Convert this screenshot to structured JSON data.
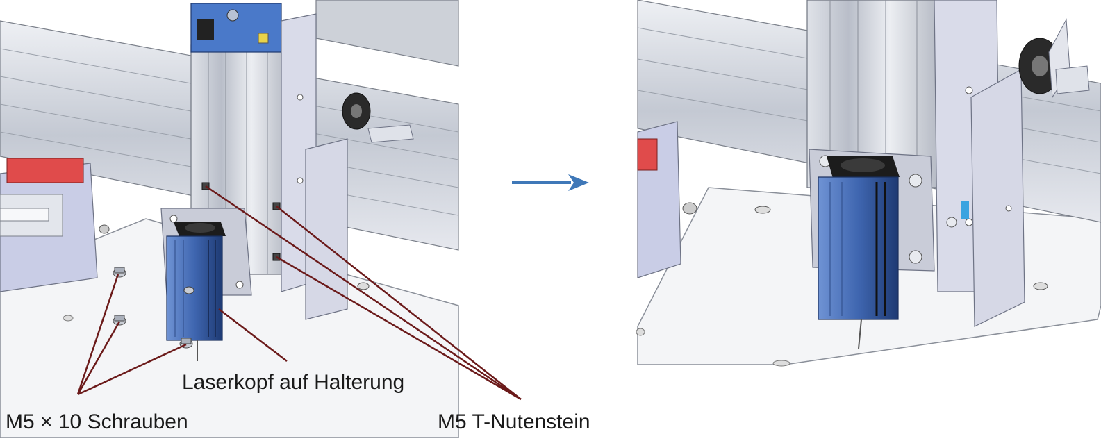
{
  "labels": {
    "laser_head": "Laserkopf auf Halterung",
    "screws": "M5 × 10 Schrauben",
    "t_nut": "M5 T-Nutenstein"
  },
  "colors": {
    "leader_line": "#6b1a1a",
    "arrow": "#3f78b8",
    "laser_blue": "#3f66b0",
    "aluminium": "#cfd3dc",
    "plate": "#f2f3f6",
    "red_part": "#e04b4b"
  },
  "icons": {
    "step_arrow": "arrow-right-icon"
  }
}
